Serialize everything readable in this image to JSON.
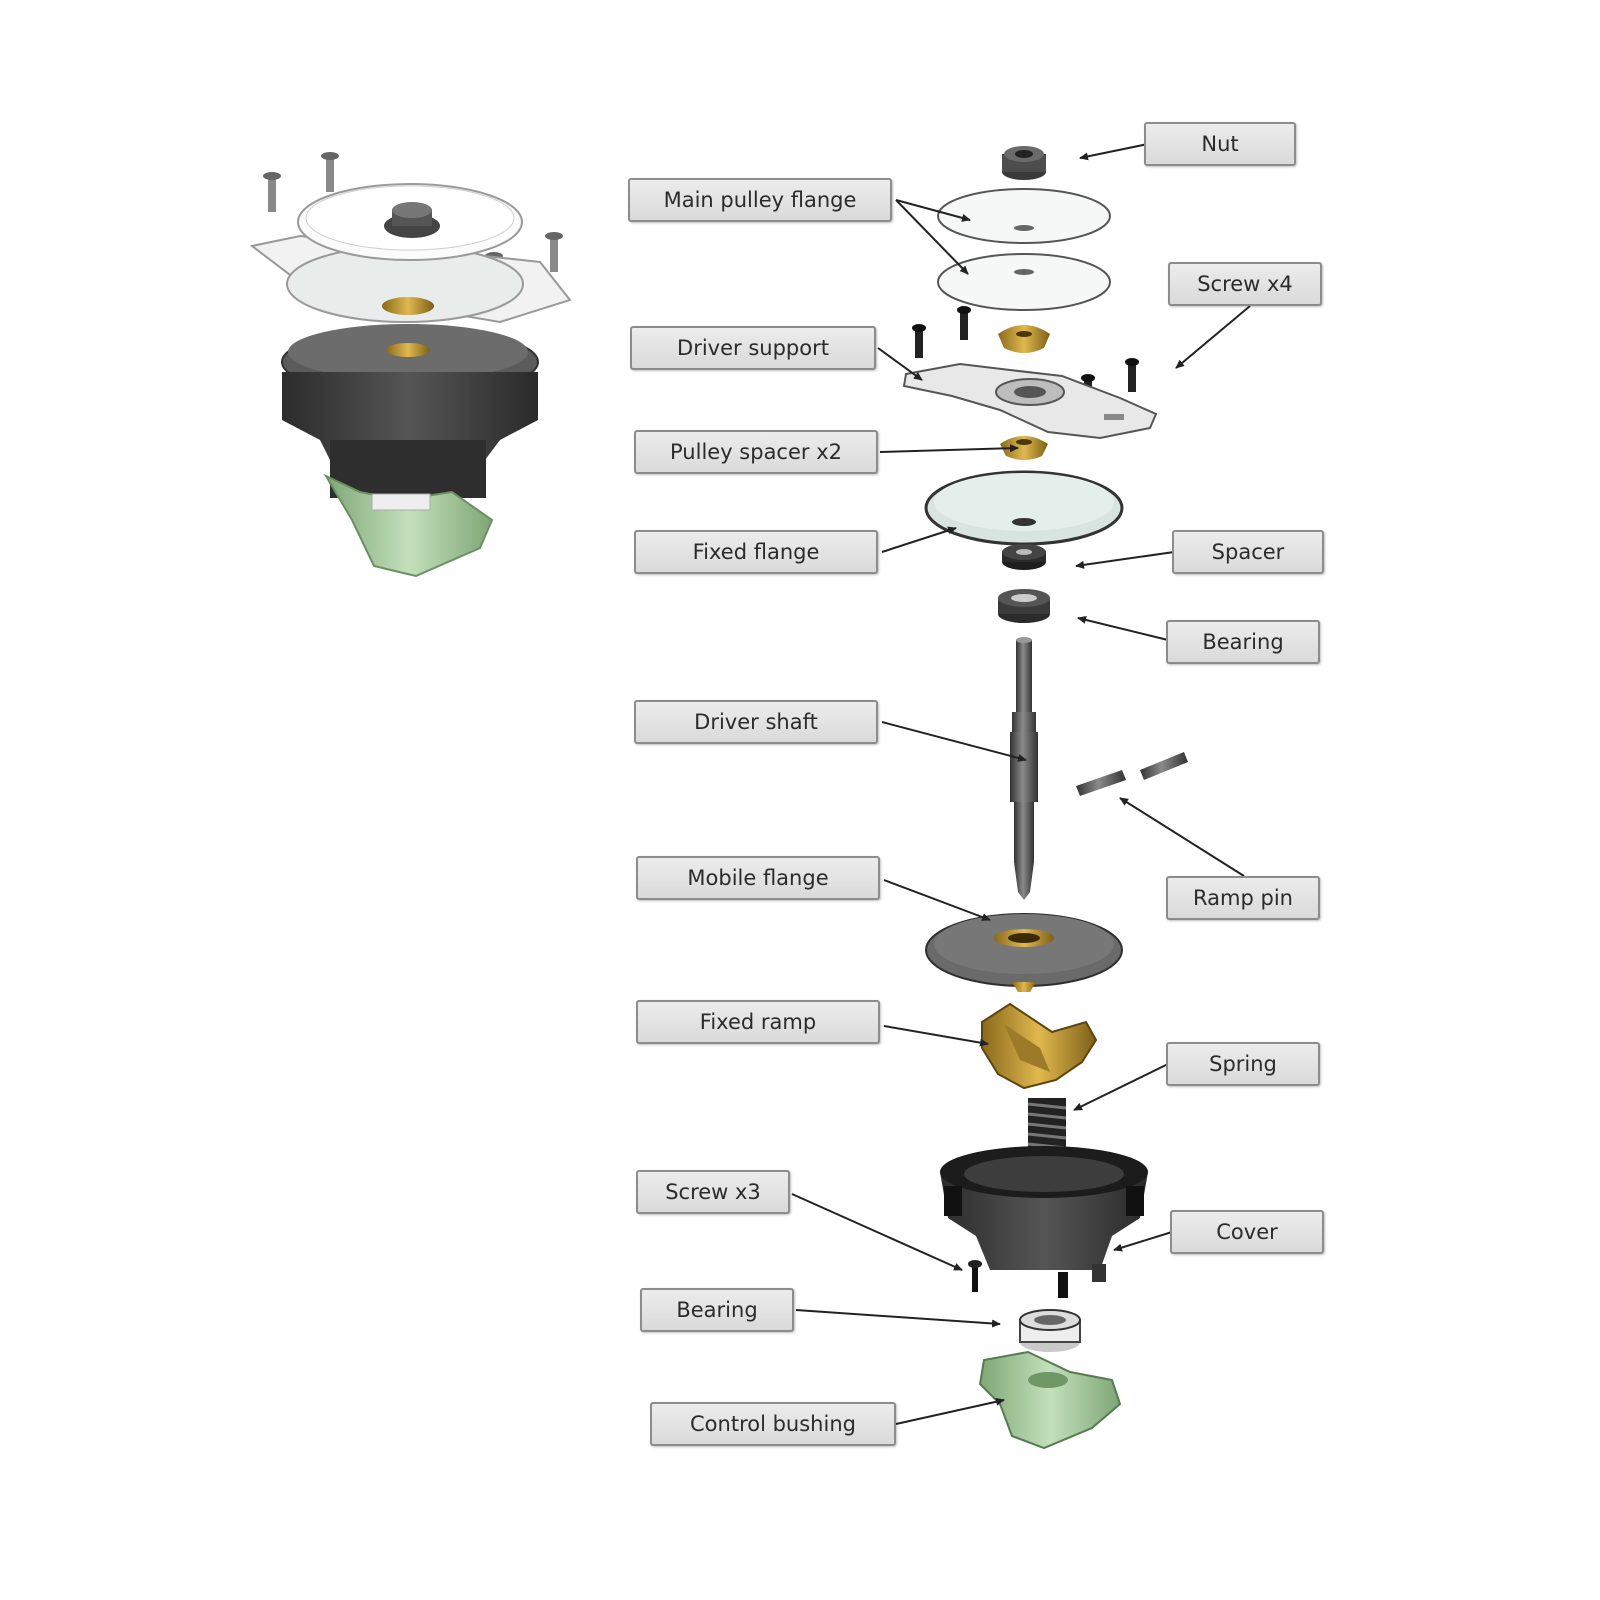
{
  "labels": {
    "nut": "Nut",
    "main_pulley_flange": "Main pulley flange",
    "screw_x4": "Screw x4",
    "driver_support": "Driver support",
    "pulley_spacer_x2": "Pulley spacer x2",
    "fixed_flange": "Fixed flange",
    "spacer": "Spacer",
    "bearing_top": "Bearing",
    "driver_shaft": "Driver shaft",
    "ramp_pin": "Ramp pin",
    "mobile_flange": "Mobile flange",
    "fixed_ramp": "Fixed ramp",
    "spring": "Spring",
    "screw_x3": "Screw x3",
    "cover": "Cover",
    "bearing_bottom": "Bearing",
    "control_bushing": "Control bushing"
  },
  "colors": {
    "label_fill": "#e2e2e2",
    "label_border": "#8c8c8c",
    "dark_part": "#4a4a4a",
    "grey_part": "#6e6e6e",
    "brass": "#c9a23c",
    "green_part": "#a9cfa0",
    "white_part": "#f4f4f4",
    "glass": "#dde8e4"
  }
}
